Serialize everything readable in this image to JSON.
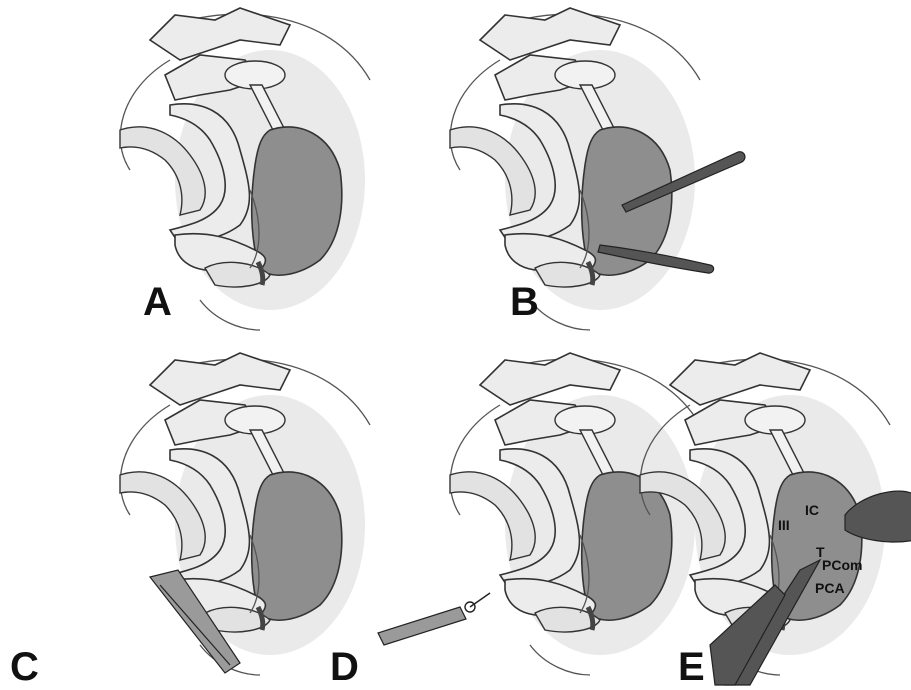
{
  "figure": {
    "panels": [
      {
        "letter": "A",
        "instrument": "none"
      },
      {
        "letter": "B",
        "instrument": "two-probes"
      },
      {
        "letter": "C",
        "instrument": "forceps"
      },
      {
        "letter": "D",
        "instrument": "clip-applier"
      },
      {
        "letter": "E",
        "instrument": "endoscope"
      }
    ],
    "labels_e": {
      "l1": "III",
      "l2": "IC",
      "l3": "T",
      "l4": "PCom",
      "l5": "PCA"
    }
  },
  "colors": {
    "mass": "#8e8e8e",
    "bone": "#ececec",
    "tool": "#555555",
    "outline": "#333333"
  }
}
